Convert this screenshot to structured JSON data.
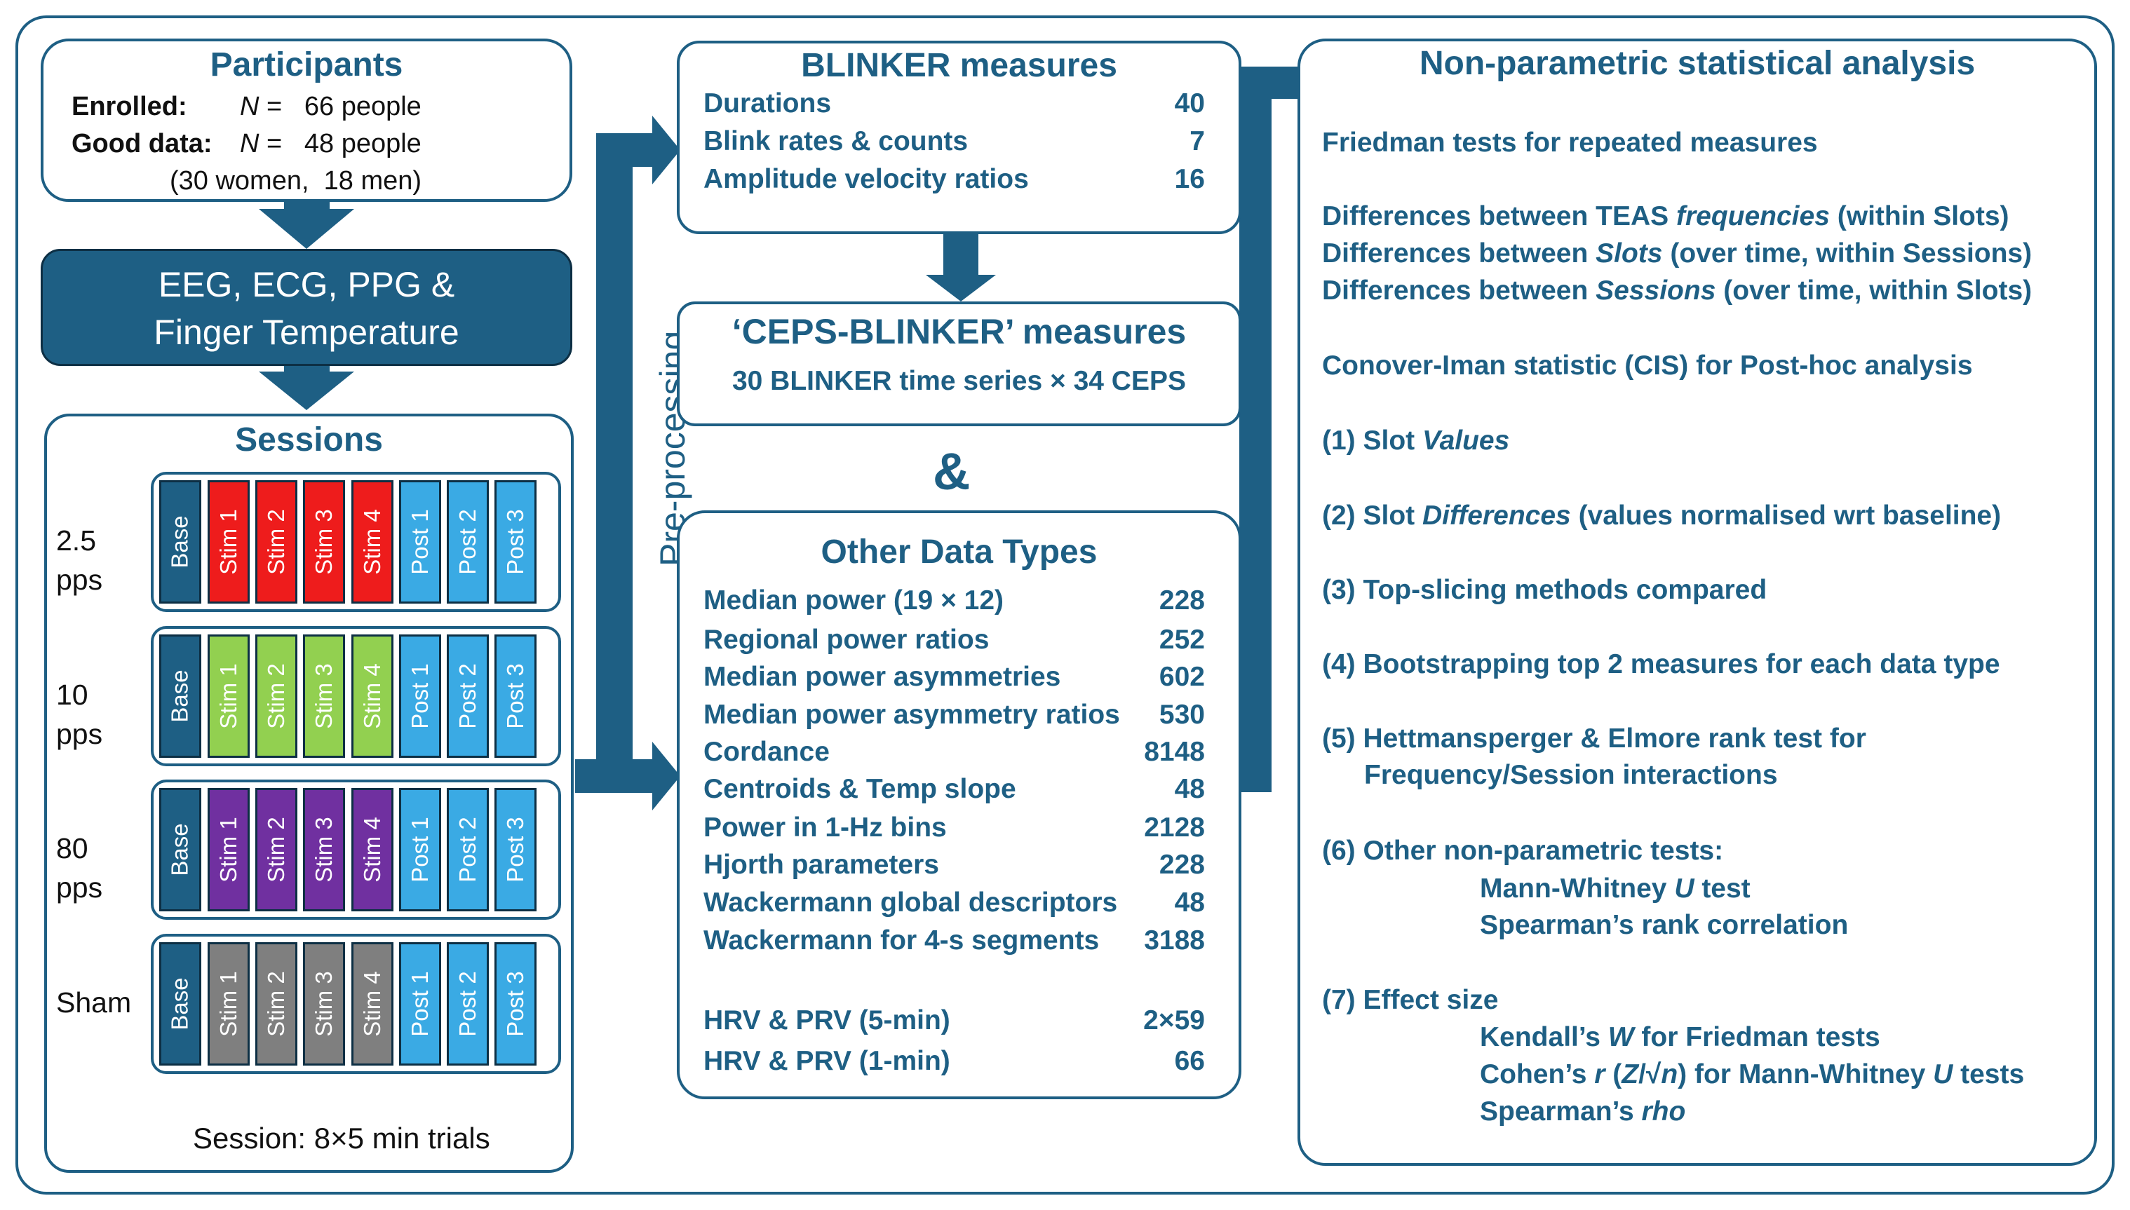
{
  "participants": {
    "title": "Participants",
    "enrolled_label": "Enrolled:",
    "enrolled_value": "N =   66 people",
    "good_label": "Good data:",
    "good_value": "N =   48 people",
    "gender": "(30 women,  18 men)"
  },
  "recording": {
    "line1": "EEG, ECG, PPG &",
    "line2": "Finger Temperature"
  },
  "sessions": {
    "title": "Sessions",
    "footer": "Session: 8×5 min trials",
    "cells": [
      "Base",
      "Stim 1",
      "Stim 2",
      "Stim 3",
      "Stim 4",
      "Post 1",
      "Post 2",
      "Post 3"
    ],
    "rows": [
      {
        "label": "2.5 pps",
        "stim_color": "#ee1c1c"
      },
      {
        "label": "10 pps",
        "stim_color": "#92d050"
      },
      {
        "label": "80 pps",
        "stim_color": "#7030a0"
      },
      {
        "label": "Sham",
        "stim_color": "#7f7f7f"
      }
    ],
    "colors": {
      "base": "#1e5f84",
      "post": "#3aaae4"
    }
  },
  "preprocessing": "Pre-processing",
  "blinker": {
    "title": "BLINKER measures",
    "items": [
      {
        "name": "Durations",
        "count": "40"
      },
      {
        "name": "Blink rates & counts",
        "count": "7"
      },
      {
        "name": "Amplitude velocity ratios",
        "count": "16"
      }
    ]
  },
  "ceps_blinker": {
    "title": "‘CEPS-BLINKER’ measures",
    "subtitle": "30 BLINKER time series × 34 CEPS"
  },
  "ampersand": "&",
  "other": {
    "title": "Other Data Types",
    "items": [
      {
        "name": "Median power (19 × 12)",
        "count": "228"
      },
      {
        "name": "Regional power ratios",
        "count": "252"
      },
      {
        "name": "Median power asymmetries",
        "count": "602"
      },
      {
        "name": "Median power asymmetry ratios",
        "count": "530"
      },
      {
        "name": "Cordance",
        "count": "8148"
      },
      {
        "name": "Centroids & Temp slope",
        "count": "48"
      },
      {
        "name": "Power in 1-Hz bins",
        "count": "2128"
      },
      {
        "name": "Hjorth parameters",
        "count": "228"
      },
      {
        "name": "Wackermann global descriptors",
        "count": "48"
      },
      {
        "name": "Wackermann for 4-s segments",
        "count": "3188"
      }
    ],
    "hrv": [
      {
        "name": "HRV & PRV (5-min)",
        "count": "2×59"
      },
      {
        "name": "HRV & PRV (1-min)",
        "count": "66"
      }
    ]
  },
  "analysis": {
    "title": "Non-parametric statistical analysis",
    "friedman": "Friedman tests for repeated measures",
    "diff1": [
      "Differences between TEAS ",
      "frequencies",
      " (within Slots)"
    ],
    "diff2": [
      "Differences between ",
      "Slots",
      " (over time, within Sessions)"
    ],
    "diff3": [
      "Differences between ",
      "Sessions",
      " (over time, within Slots)"
    ],
    "conover": "Conover-Iman statistic (CIS) for Post-hoc analysis",
    "s1": [
      "(1) Slot ",
      "Values"
    ],
    "s2": [
      "(2) Slot ",
      "Differences",
      " (values normalised wrt baseline)"
    ],
    "s3": "(3) Top-slicing methods compared",
    "s4": "(4) Bootstrapping top 2 measures for each data type",
    "s5a": "(5) Hettmansperger & Elmore rank test for",
    "s5b": "Frequency/Session interactions",
    "s6": "(6) Other non-parametric tests:",
    "s6a": [
      "Mann-Whitney ",
      "U",
      " test"
    ],
    "s6b": "Spearman’s rank correlation",
    "s7": "(7) Effect size",
    "s7a": [
      "Kendall’s ",
      "W",
      " for Friedman tests"
    ],
    "s7b": [
      "Cohen’s ",
      "r",
      " (",
      "Z",
      "/√",
      "n",
      ") for Mann-Whitney ",
      "U",
      " tests"
    ],
    "s7c": [
      "Spearman’s ",
      "rho"
    ]
  }
}
